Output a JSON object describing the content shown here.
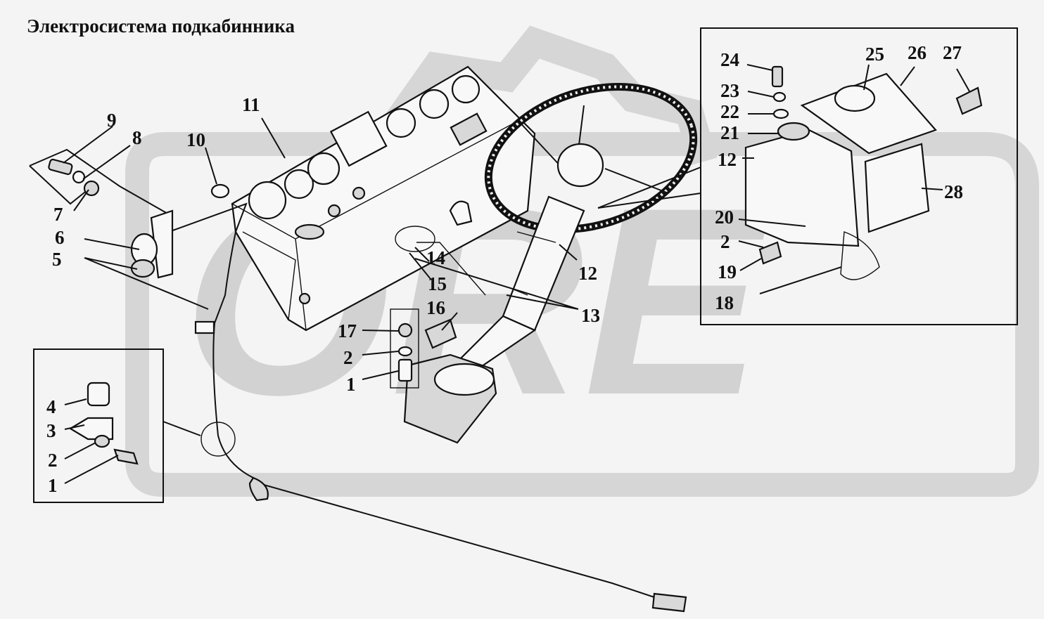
{
  "title": "Электросистема подкабинника",
  "watermark": "ORE",
  "colors": {
    "background": "#f4f4f4",
    "ink": "#111111",
    "watermark": "#cfcfcf"
  },
  "callouts": {
    "n1a": "1",
    "n2a": "2",
    "n3": "3",
    "n4": "4",
    "n5": "5",
    "n6": "6",
    "n7": "7",
    "n8": "8",
    "n9": "9",
    "n10": "10",
    "n11": "11",
    "n12a": "12",
    "n13": "13",
    "n14": "14",
    "n15": "15",
    "n16": "16",
    "n17": "17",
    "n2b": "2",
    "n1b": "1",
    "n24": "24",
    "n25": "25",
    "n26": "26",
    "n27": "27",
    "n23": "23",
    "n22": "22",
    "n21": "21",
    "n12b": "12",
    "n28": "28",
    "n20": "20",
    "n2c": "2",
    "n19": "19",
    "n18": "18"
  }
}
